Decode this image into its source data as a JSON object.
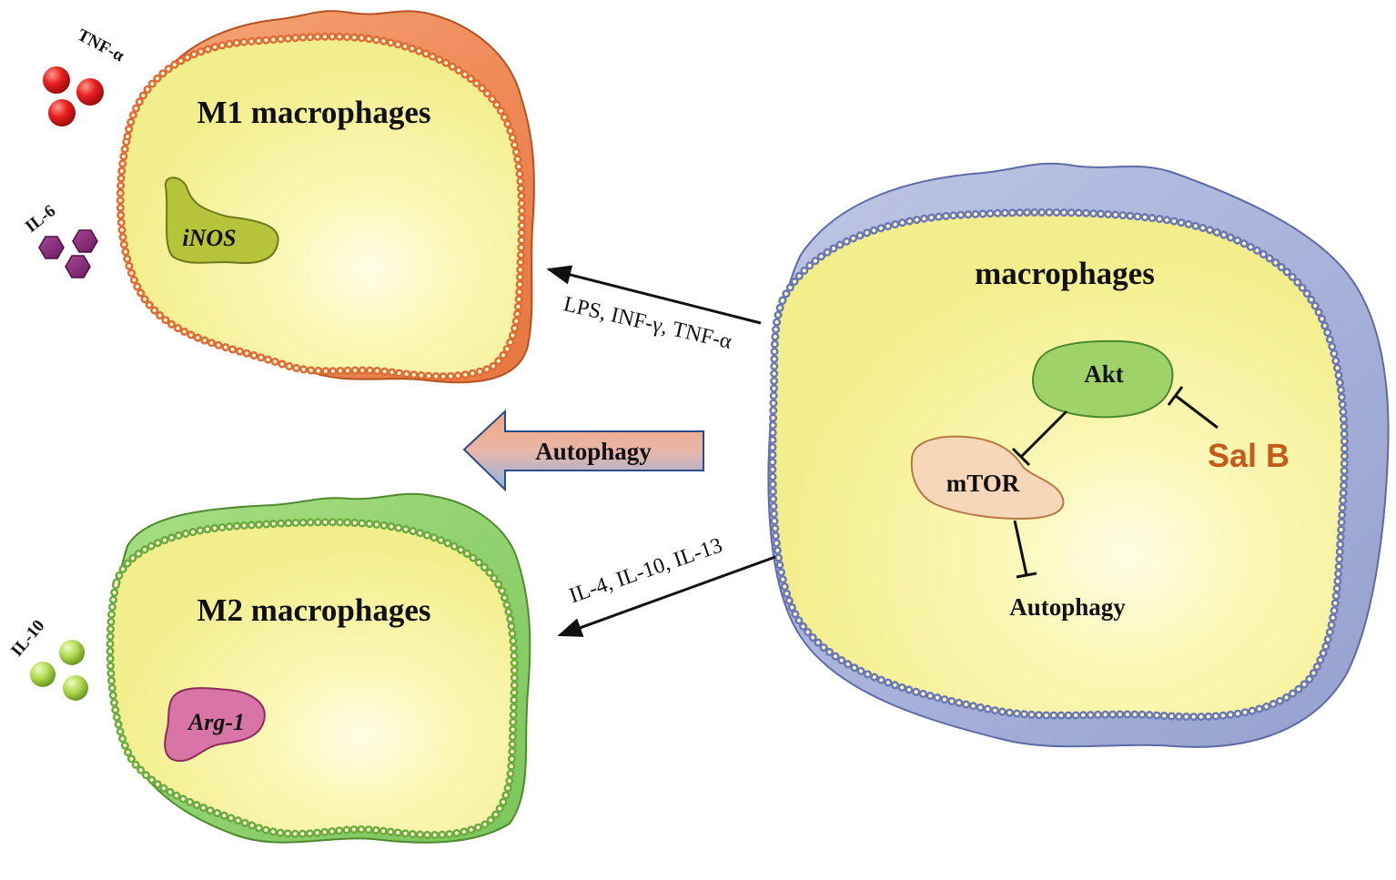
{
  "colors": {
    "cytoplasm": "#f6f39a",
    "m1_membrane": "#f08a55",
    "m2_membrane": "#8fd26f",
    "mac_membrane": "#a9b3d9",
    "salb": "#c55a1a",
    "akt": "#9fd36a",
    "mtor": "#f8d6b8",
    "inos": "#b5c43a",
    "arg1": "#d974a6",
    "tnf": "#e8201f",
    "il6": "#8a2c7a",
    "il10": "#a9d64a"
  },
  "m1": {
    "title": "M1 macrophages",
    "marker": "iNOS",
    "cytokines": [
      {
        "label": "TNF-α",
        "icon": "red-sphere-icon"
      },
      {
        "label": "IL-6",
        "icon": "purple-hexagon-icon"
      }
    ]
  },
  "m2": {
    "title": "M2 macrophages",
    "marker": "Arg-1",
    "cytokines": [
      {
        "label": "IL-10",
        "icon": "green-sphere-icon"
      }
    ]
  },
  "macrophage": {
    "title": "macrophages",
    "akt": "Akt",
    "mtor": "mTOR",
    "autophagy": "Autophagy",
    "drug": "Sal B"
  },
  "arrows": {
    "m1_stimuli": "LPS, INF-γ, TNF-α",
    "m2_stimuli": "IL-4, IL-10, IL-13",
    "central": "Autophagy"
  }
}
